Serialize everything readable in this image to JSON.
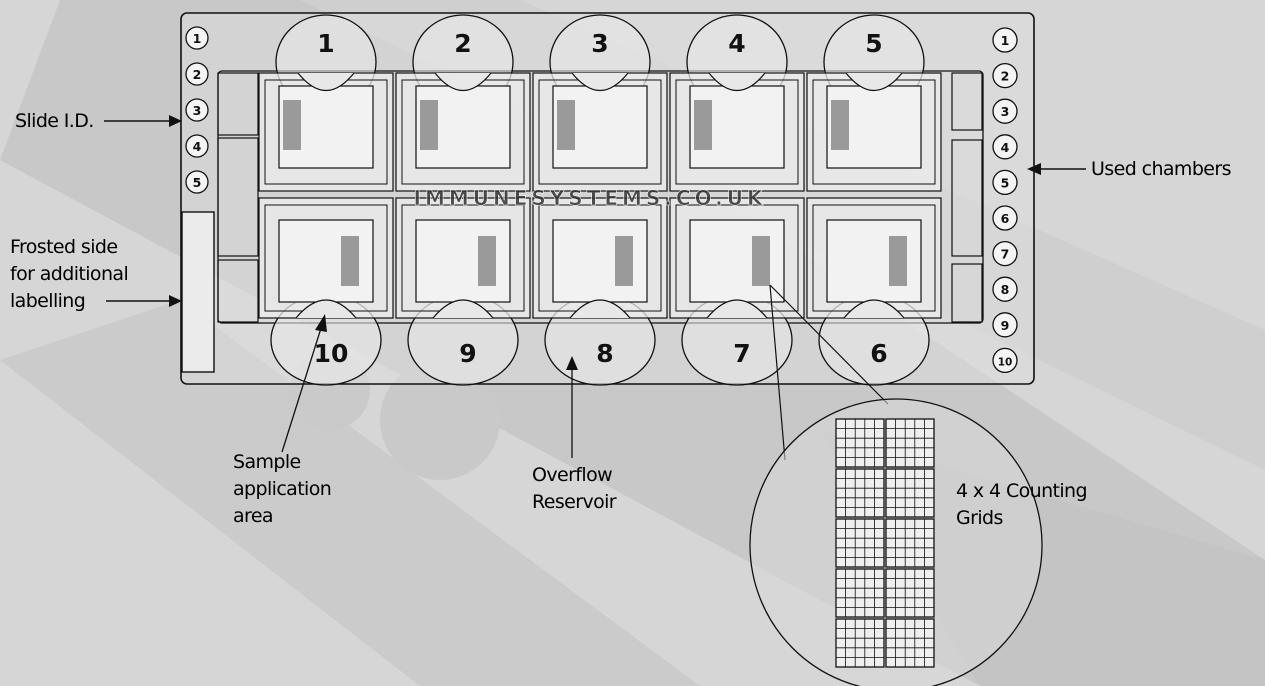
{
  "slide_ids": [
    "1",
    "2",
    "3",
    "4",
    "5"
  ],
  "used_chambers": [
    "1",
    "2",
    "3",
    "4",
    "5",
    "6",
    "7",
    "8",
    "9",
    "10"
  ],
  "chambers": {
    "top_row": [
      "1",
      "2",
      "3",
      "4",
      "5"
    ],
    "bottom_row": [
      "10",
      "9",
      "8",
      "7",
      "6"
    ]
  },
  "watermark": "IMMUNESYSTEMS.CO.UK",
  "labels": {
    "slide_id": "Slide I.D.",
    "frosted_side": [
      "Frosted side",
      "for additional",
      "labelling"
    ],
    "used_chambers": "Used chambers",
    "sample_application": [
      "Sample",
      "application",
      "area"
    ],
    "overflow_reservoir": [
      "Overflow",
      "Reservoir"
    ],
    "counting_grids": [
      "4 x 4 Counting",
      "Grids"
    ]
  },
  "colors": {
    "background": "#d9d9d9",
    "slide_fill": "#e0e0e0",
    "chamber_fill": "#ececec",
    "grid_patch": "#9a9a9a",
    "line": "#111111"
  }
}
